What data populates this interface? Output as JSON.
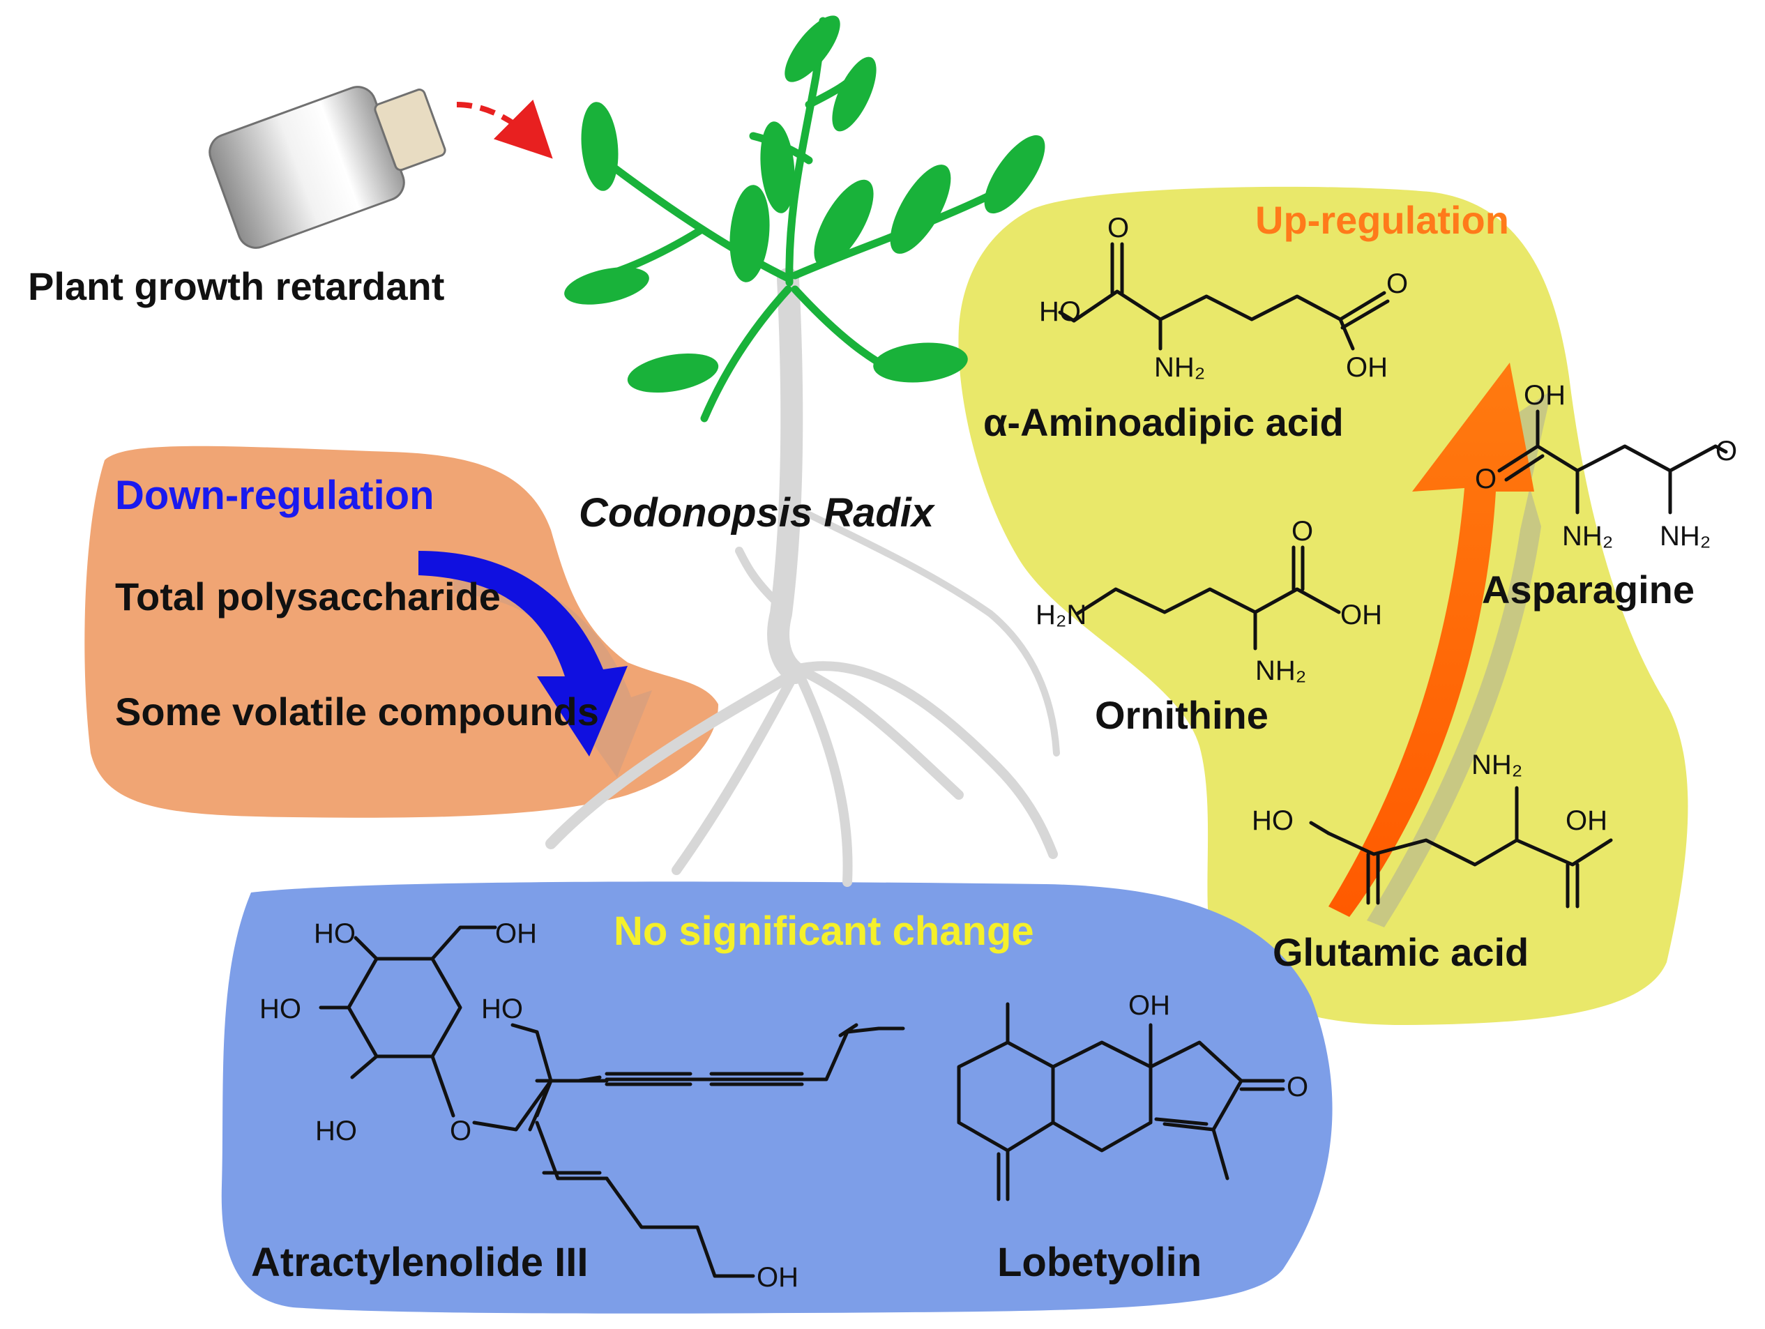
{
  "colors": {
    "down_panel": "#f0a574",
    "up_panel": "#e9e86a",
    "nochange_panel": "#7d9ee8",
    "leaf_green": "#19b23a",
    "root_grey": "#d7d7d7",
    "down_heading": "#1a1aee",
    "up_heading": "#ff7a1a",
    "nochange_heading": "#f5f02a",
    "down_arrow": "#1010e0",
    "up_arrow": "#ff6a00",
    "spray_arrow": "#e82020"
  },
  "treatment": {
    "label": "Plant growth retardant",
    "icon": "spray-bottle-icon"
  },
  "plant": {
    "label": "Codonopsis Radix",
    "icon": "plant-icon"
  },
  "down_regulation": {
    "heading": "Down-regulation",
    "items": [
      "Total polysaccharide",
      "Some volatile compounds"
    ]
  },
  "up_regulation": {
    "heading": "Up-regulation",
    "compounds": [
      {
        "name": "α-Aminoadipic acid",
        "atoms": [
          "O",
          "HO",
          "NH₂",
          "O",
          "OH"
        ]
      },
      {
        "name": "Asparagine",
        "atoms": [
          "OH",
          "O",
          "O",
          "NH₂",
          "NH₂"
        ]
      },
      {
        "name": "Ornithine",
        "atoms": [
          "O",
          "H₂N",
          "OH",
          "NH₂"
        ]
      },
      {
        "name": "Glutamic acid",
        "atoms": [
          "NH₂",
          "HO",
          "OH"
        ]
      }
    ]
  },
  "no_change": {
    "heading": "No significant change",
    "compounds": [
      {
        "name": "Atractylenolide III",
        "atoms": [
          "HO",
          "OH",
          "HO",
          "HO",
          "HO",
          "O",
          "OH"
        ]
      },
      {
        "name": "Lobetyolin",
        "atoms": [
          "OH",
          "O"
        ]
      }
    ]
  }
}
